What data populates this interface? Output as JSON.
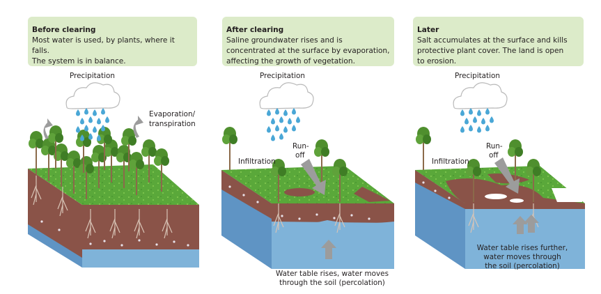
{
  "panels": [
    {
      "title": "Before clearing",
      "body": [
        "Most water is used, by plants, where it falls.",
        "The system is in balance."
      ],
      "labels": {
        "precipitation": "Precipitation",
        "evaporation": [
          "Evaporation/",
          "transpiration"
        ]
      }
    },
    {
      "title": "After clearing",
      "body": [
        "Saline groundwater rises and is",
        "concentrated at the surface by evaporation,",
        "affecting the growth of vegetation."
      ],
      "labels": {
        "precipitation": "Precipitation",
        "runoff": [
          "Run-",
          "off"
        ],
        "infiltration": "Infiltration",
        "water_table": [
          "Water table rises, water moves",
          "through the soil (percolation)"
        ]
      }
    },
    {
      "title": "Later",
      "body": [
        "Salt accumulates at the surface and kills",
        "protective plant cover. The land is open",
        "to erosion."
      ],
      "labels": {
        "precipitation": "Precipitation",
        "runoff": [
          "Run-",
          "off"
        ],
        "infiltration": "Infiltration",
        "water_table": [
          "Water table rises further,",
          "water moves through",
          "the soil (percolation)"
        ]
      }
    }
  ],
  "colors": {
    "caption_bg": "#dcebc9",
    "grass": "#5aa83a",
    "soil": "#8a5348",
    "water": "#7fb3d9",
    "water_dark": "#5f94c4",
    "arrow": "#9c9c9c",
    "rain": "#4aa7d6"
  }
}
